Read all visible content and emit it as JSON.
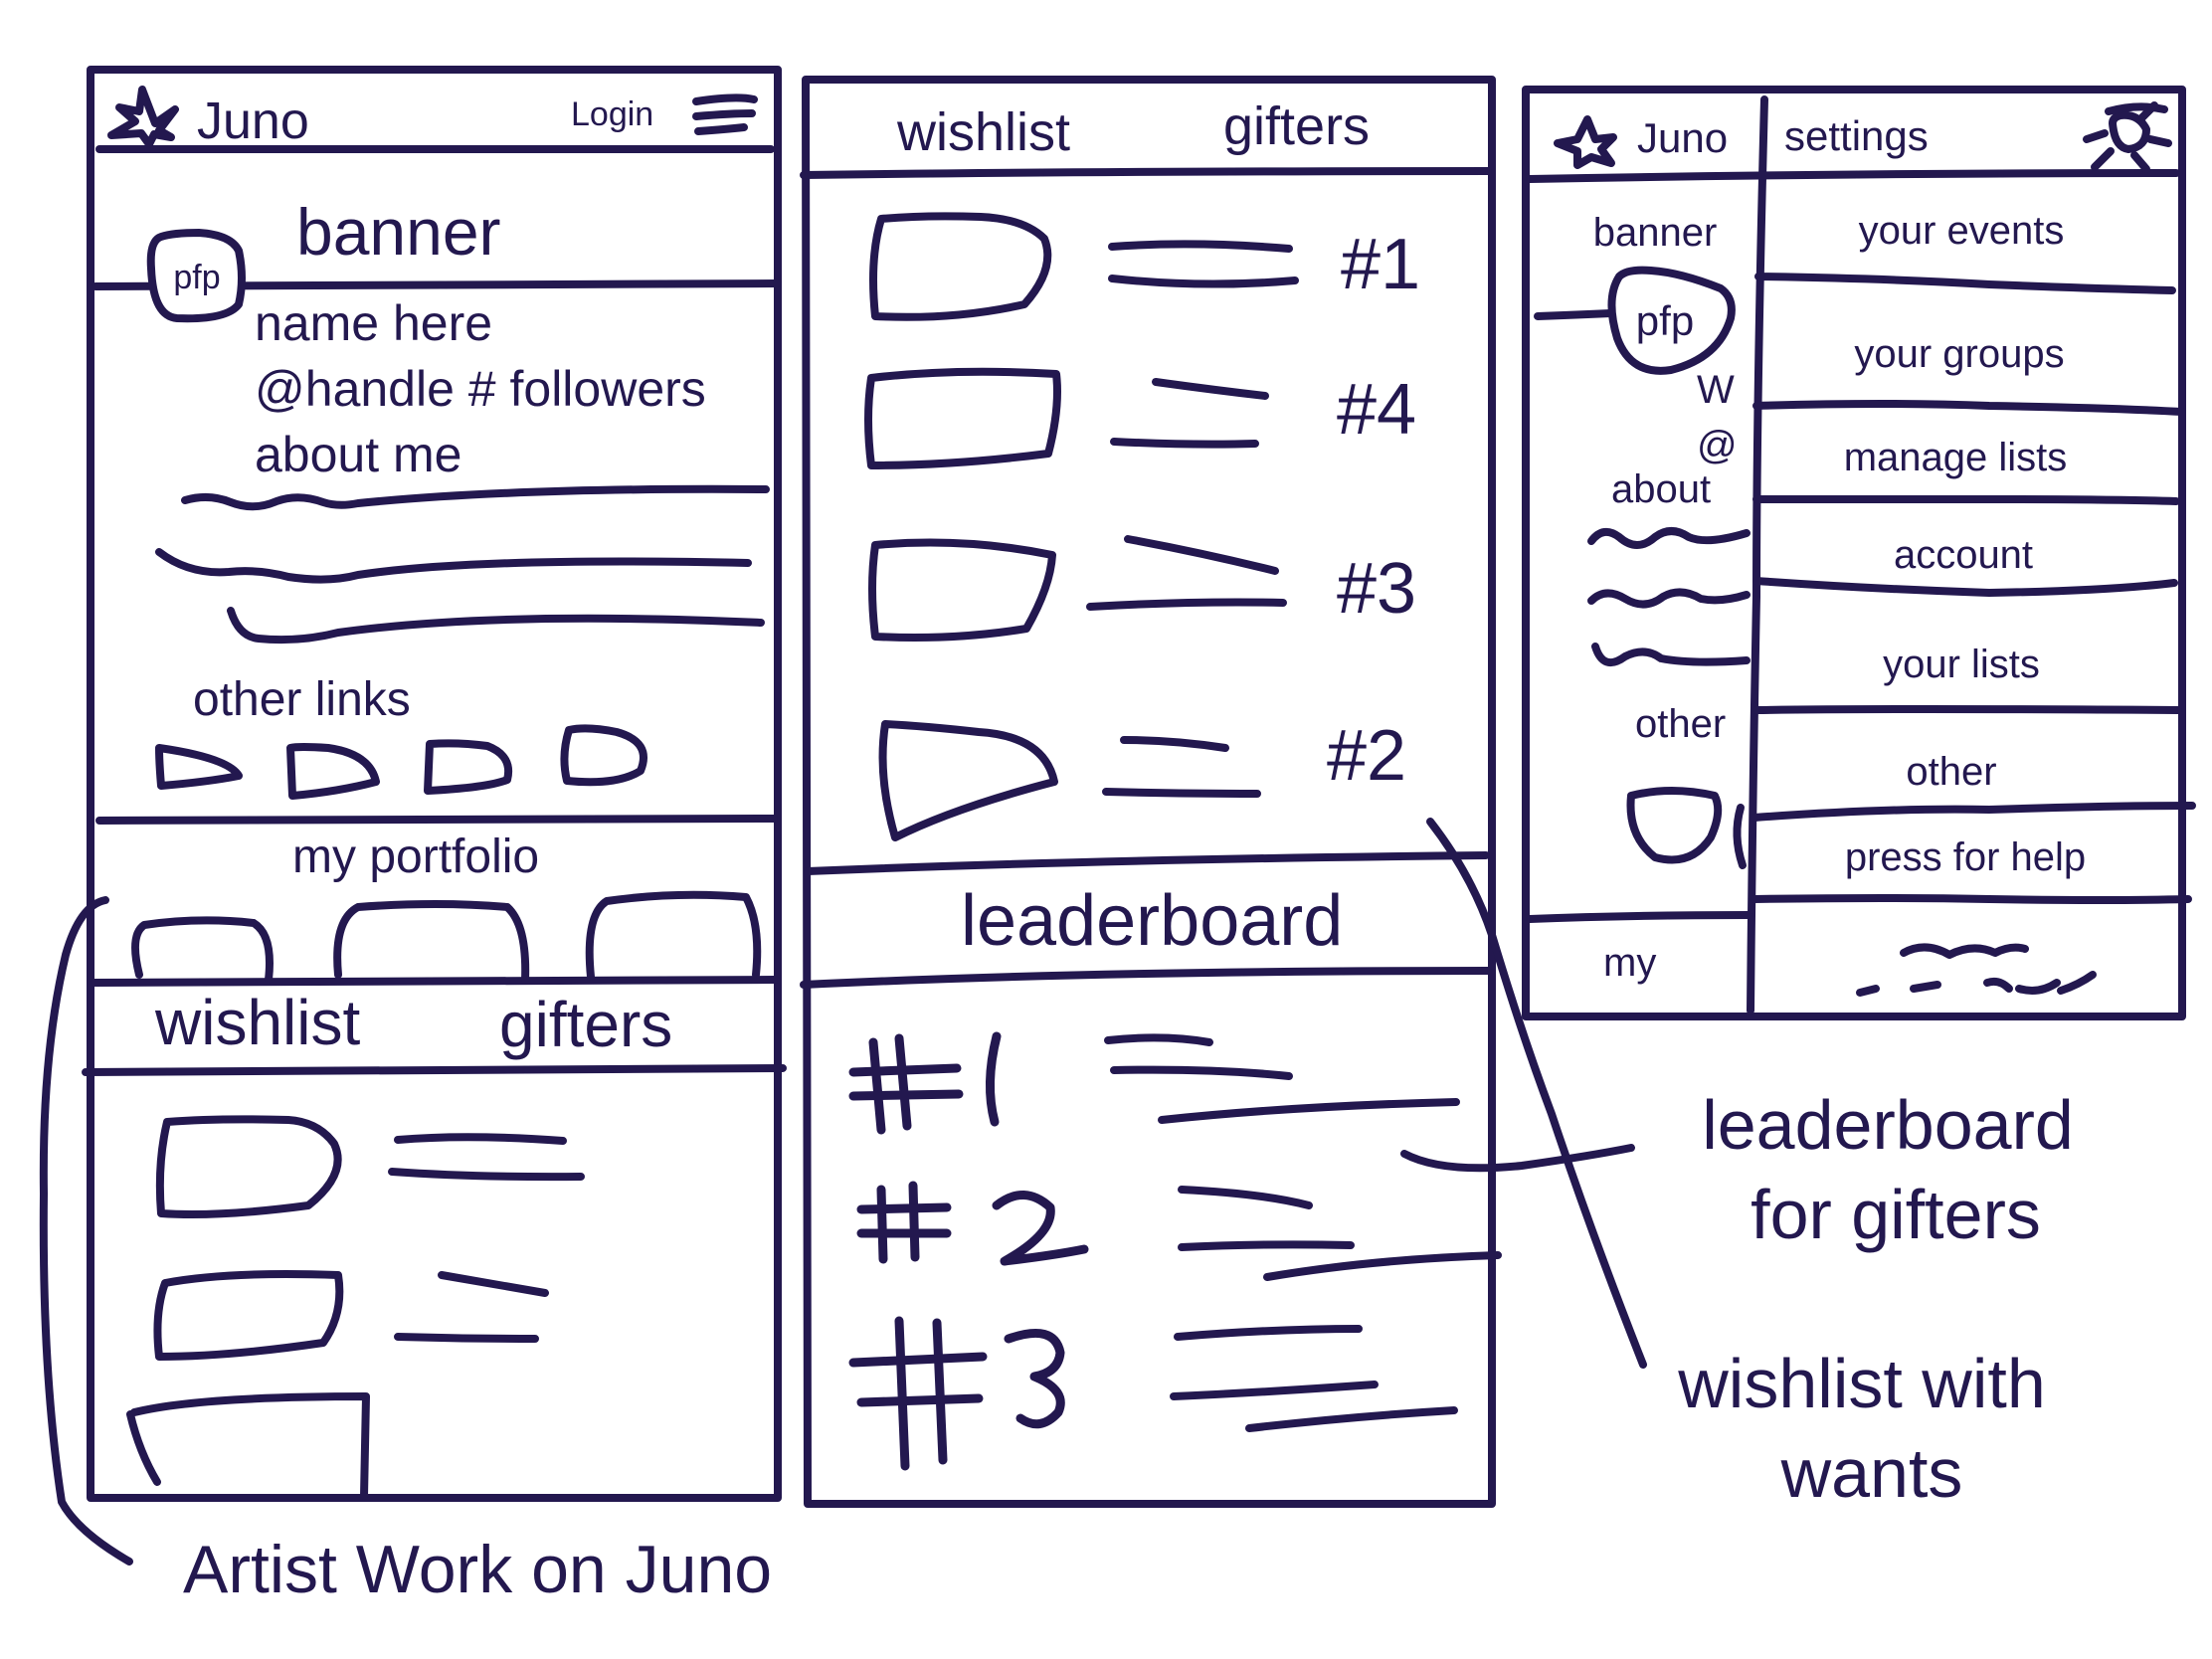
{
  "ink_color": "#23184f",
  "background": "#ffffff",
  "phone1": {
    "brand": "Juno",
    "login": "Login",
    "banner": "banner",
    "pfp": "pfp",
    "name": "name here",
    "handle_followers": "@handle # followers",
    "about": "about me",
    "other_links": "other links",
    "portfolio": "my portfolio",
    "tab_wishlist": "wishlist",
    "tab_gifters": "gifters"
  },
  "phone2": {
    "tab_wishlist": "wishlist",
    "tab_gifters": "gifters",
    "wishlist_ranks": [
      "#1",
      "#4",
      "#3",
      "#2"
    ],
    "leaderboard": "leaderboard",
    "leaderboard_ranks": [
      "#1",
      "#2",
      "#3"
    ]
  },
  "phone3": {
    "brand": "Juno",
    "banner": "banner",
    "pfp": "pfp",
    "w": "W",
    "at": "@",
    "about": "about",
    "other": "other",
    "my": "my",
    "settings_title": "settings",
    "menu": [
      "your events",
      "your groups",
      "manage lists",
      "account",
      "your lists",
      "other",
      "press for help"
    ]
  },
  "annotations": {
    "artist_work": "Artist Work on Juno",
    "leaderboard_line1": "leaderboard",
    "leaderboard_line2": "for gifters",
    "wishlist_line1": "wishlist with",
    "wishlist_line2": "wants"
  },
  "icons": [
    "star-logo-icon",
    "hamburger-menu-icon",
    "sun-settings-icon"
  ]
}
